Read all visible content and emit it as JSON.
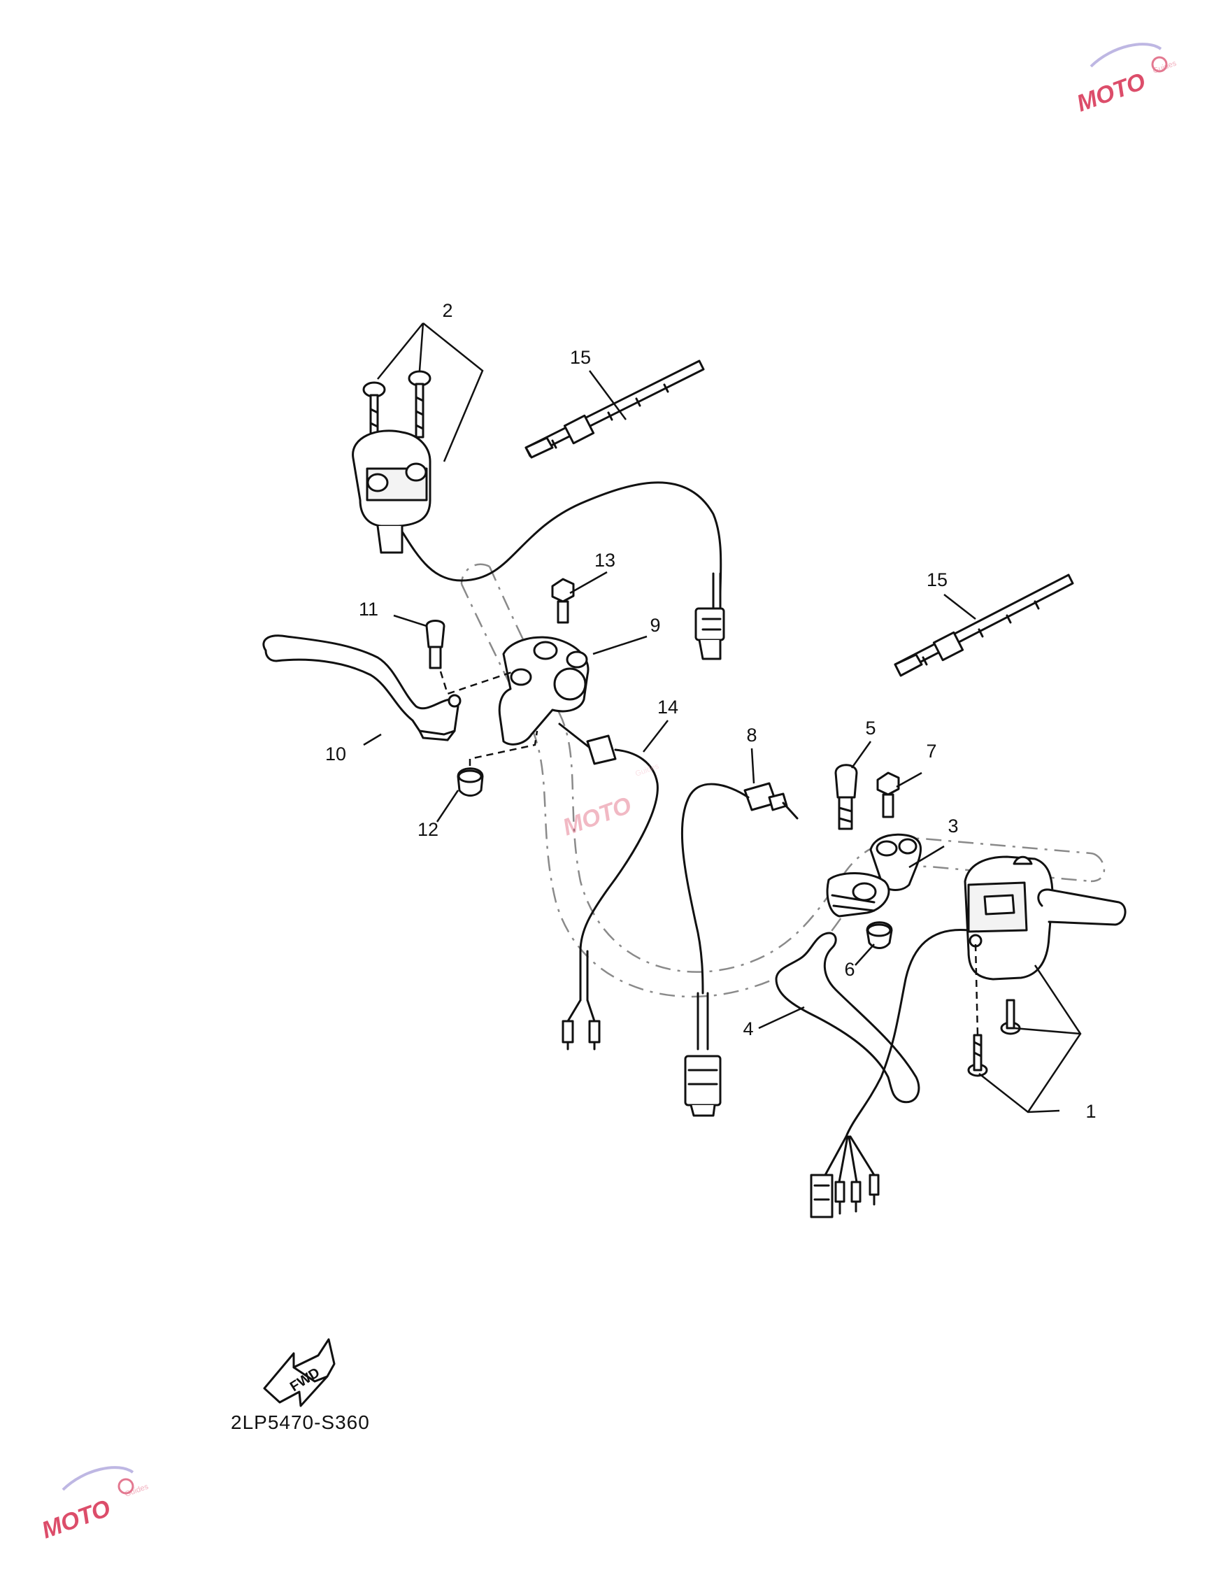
{
  "callouts": {
    "c1": "1",
    "c2": "2",
    "c3": "3",
    "c4": "4",
    "c5": "5",
    "c6": "6",
    "c7": "7",
    "c8": "8",
    "c9": "9",
    "c10": "10",
    "c11": "11",
    "c12": "12",
    "c13": "13",
    "c14": "14",
    "c15a": "15",
    "c15b": "15"
  },
  "fwd_label": "FWD",
  "diagram_code": "2LP5470-S360",
  "watermark": {
    "text": "MOTO",
    "subtext": "Guides",
    "color": "#d93a5a"
  }
}
